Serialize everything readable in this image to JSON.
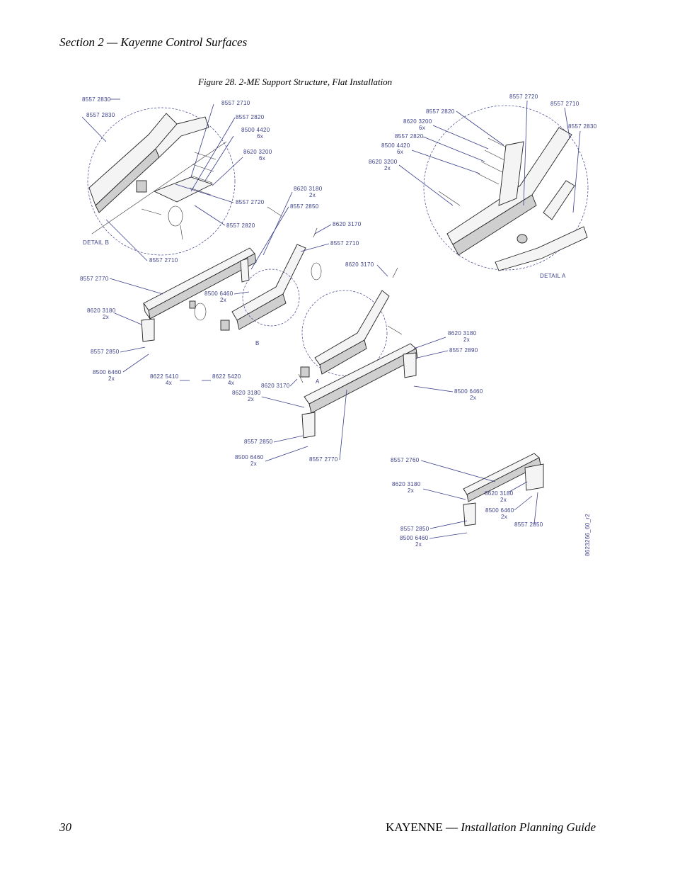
{
  "header": {
    "section": "Section 2 — Kayenne Control Surfaces"
  },
  "caption": "Figure 28.  2-ME Support Structure, Flat Installation",
  "footer": {
    "page_number": "30",
    "doc_title": "KAYENNE",
    "dash": " — ",
    "doc_subtitle": "Installation Planning Guide"
  },
  "figure": {
    "drawing_number": "8623266_60_r2",
    "detail_b_label": "DETAIL B",
    "detail_a_label": "DETAIL A",
    "marker_a": "A",
    "marker_b": "B",
    "labels": {
      "b_2830_a": "8557 2830",
      "b_2830_b": "8557 2830",
      "b_2710_top": "8557 2710",
      "b_2820_top": "8557 2820",
      "b_4420": "8500 4420",
      "b_4420_qty": "6x",
      "b_3200": "8620 3200",
      "b_3200_qty": "6x",
      "b_2720": "8557 2720",
      "b_2820_low": "8557 2820",
      "b_2710_low": "8557 2710",
      "a_2720": "8557 2720",
      "a_2710": "8557 2710",
      "a_2820_top": "8557 2820",
      "a_3200_a": "8620 3200",
      "a_3200_a_qty": "6x",
      "a_2820_mid": "8557 2820",
      "a_4420": "8500 4420",
      "a_4420_qty": "6x",
      "a_3200_b": "8620 3200",
      "a_3200_b_qty": "2x",
      "a_2830": "8557 2830",
      "m_3180_top": "8620 3180",
      "m_3180_top_qty": "2x",
      "m_2850_top": "8557 2850",
      "m_3170_top": "8620 3170",
      "m_2710": "8557 2710",
      "m_3170_mid": "8620 3170",
      "m_2770_left": "8557 2770",
      "m_6460_mid": "8500 6460",
      "m_6460_mid_qty": "2x",
      "m_3180_left": "8620 3180",
      "m_3180_left_qty": "2x",
      "m_2850_left": "8557 2850",
      "m_6460_left": "8500 6460",
      "m_6460_left_qty": "2x",
      "m_5410": "8622 5410",
      "m_5410_qty": "4x",
      "m_5420": "8622 5420",
      "m_5420_qty": "4x",
      "m_3170_low": "8620 3170",
      "m_3180_low": "8620 3180",
      "m_3180_low_qty": "2x",
      "m_2850_low": "8557 2850",
      "m_6460_low": "8500 6460",
      "m_6460_low_qty": "2x",
      "m_2770_low": "8557 2770",
      "m_3180_right": "8620 3180",
      "m_3180_right_qty": "2x",
      "m_2890": "8557 2890",
      "m_6460_right": "8500 6460",
      "m_6460_right_qty": "2x",
      "s_2760": "8557 2760",
      "s_3180_a": "8620 3180",
      "s_3180_a_qty": "2x",
      "s_3180_b": "8620 3180",
      "s_3180_b_qty": "2x",
      "s_6460_a": "8500 6460",
      "s_6460_a_qty": "2x",
      "s_2850_a": "8557 2850",
      "s_2850_b": "8557 2850",
      "s_6460_b": "8500 6460",
      "s_6460_b_qty": "2x"
    }
  }
}
